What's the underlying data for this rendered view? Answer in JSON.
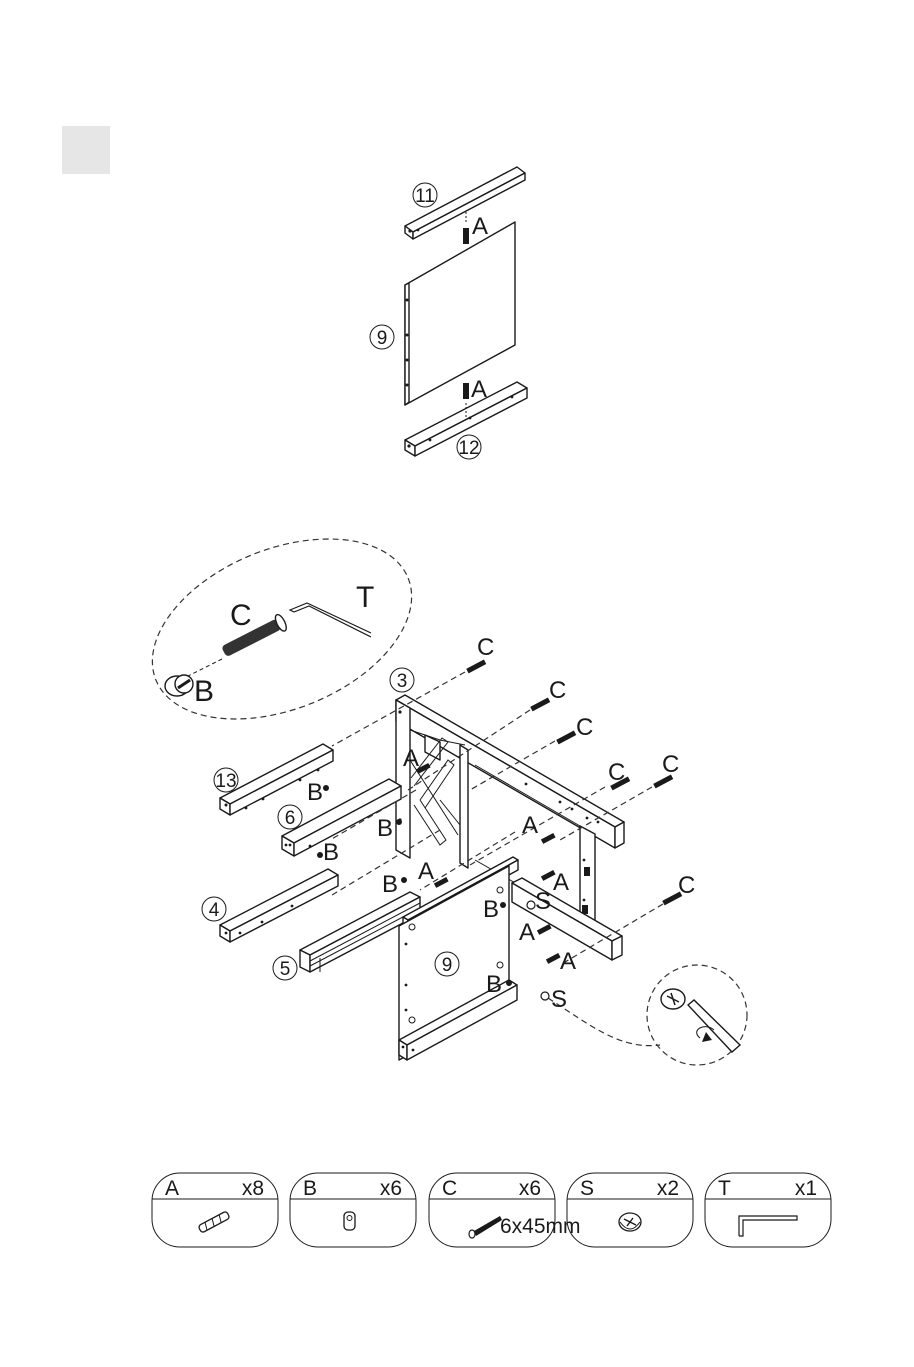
{
  "step_marker": {
    "color": "#e6e6e6"
  },
  "top_assembly": {
    "parts": [
      {
        "id": "11",
        "label": "11"
      },
      {
        "id": "9",
        "label": "9"
      },
      {
        "id": "12",
        "label": "12"
      }
    ],
    "fasteners": [
      "A",
      "A"
    ]
  },
  "detail_callout": {
    "bolt_label": "C",
    "tool_label": "T",
    "nut_label": "B"
  },
  "main_assembly": {
    "parts": [
      {
        "id": "3",
        "label": "3"
      },
      {
        "id": "13",
        "label": "13"
      },
      {
        "id": "6",
        "label": "6"
      },
      {
        "id": "4",
        "label": "4"
      },
      {
        "id": "5",
        "label": "5"
      },
      {
        "id": "9",
        "label": "9"
      }
    ],
    "fastener_labels": [
      "C",
      "C",
      "C",
      "C",
      "C",
      "C",
      "A",
      "A",
      "A",
      "A",
      "A",
      "A",
      "B",
      "B",
      "B",
      "B",
      "B",
      "B",
      "S",
      "S"
    ]
  },
  "hardware": [
    {
      "code": "A",
      "qty": "x8",
      "icon": "dowel-icon",
      "note": ""
    },
    {
      "code": "B",
      "qty": "x6",
      "icon": "barrel-nut-icon",
      "note": ""
    },
    {
      "code": "C",
      "qty": "x6",
      "icon": "bolt-icon",
      "note": "6x45mm"
    },
    {
      "code": "S",
      "qty": "x2",
      "icon": "cam-lock-icon",
      "note": ""
    },
    {
      "code": "T",
      "qty": "x1",
      "icon": "allen-key-icon",
      "note": ""
    }
  ]
}
